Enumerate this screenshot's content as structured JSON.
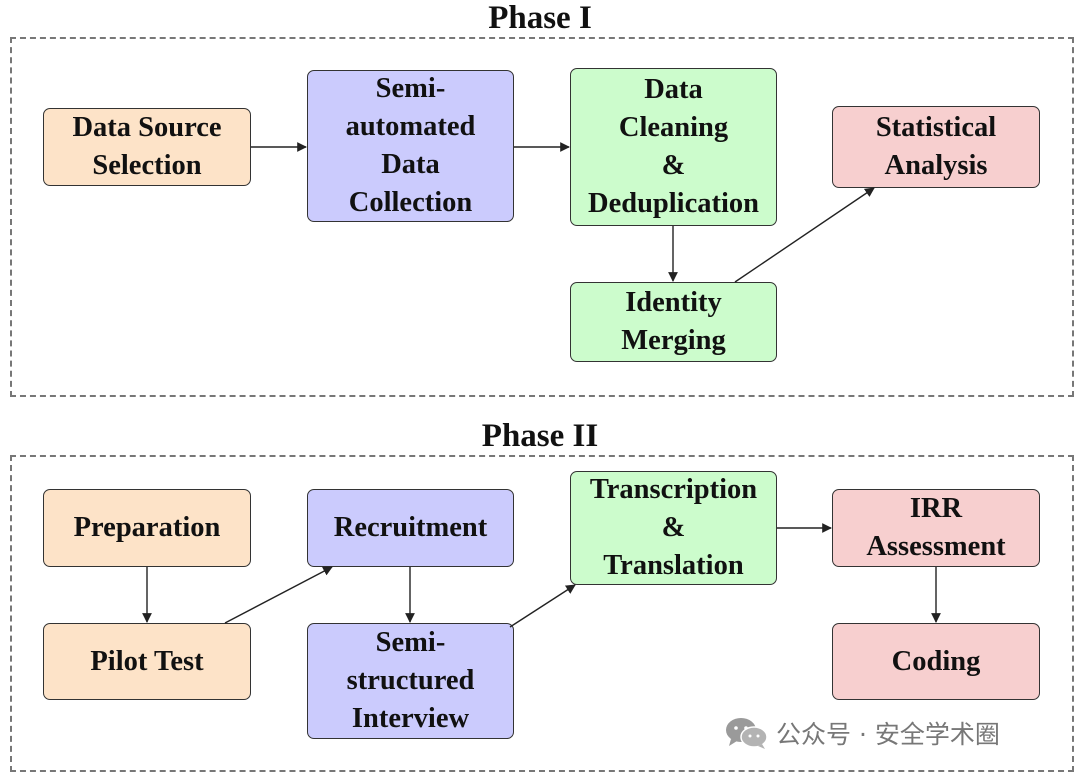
{
  "phase1": {
    "title": "Phase I",
    "nodes": {
      "data_source_selection": [
        "Data Source",
        "Selection"
      ],
      "semi_automated_data_collection": [
        "Semi-",
        "automated",
        "Data",
        "Collection"
      ],
      "data_cleaning_deduplication": [
        "Data",
        "Cleaning",
        "&",
        "Deduplication"
      ],
      "identity_merging": [
        "Identity",
        "Merging"
      ],
      "statistical_analysis": [
        "Statistical",
        "Analysis"
      ]
    }
  },
  "phase2": {
    "title": "Phase II",
    "nodes": {
      "preparation": [
        "Preparation"
      ],
      "pilot_test": [
        "Pilot Test"
      ],
      "recruitment": [
        "Recruitment"
      ],
      "semi_structured_interview": [
        "Semi-",
        "structured",
        "Interview"
      ],
      "transcription_translation": [
        "Transcription",
        "&",
        "Translation"
      ],
      "irr_assessment": [
        "IRR",
        "Assessment"
      ],
      "coding": [
        "Coding"
      ]
    }
  },
  "colors": {
    "orange": "#fde3c8",
    "blue": "#cbcbfd",
    "green": "#ccfccc",
    "red": "#f7cfcf"
  },
  "watermark": {
    "icon": "wechat-icon",
    "text": "公众号 · 安全学术圈"
  }
}
